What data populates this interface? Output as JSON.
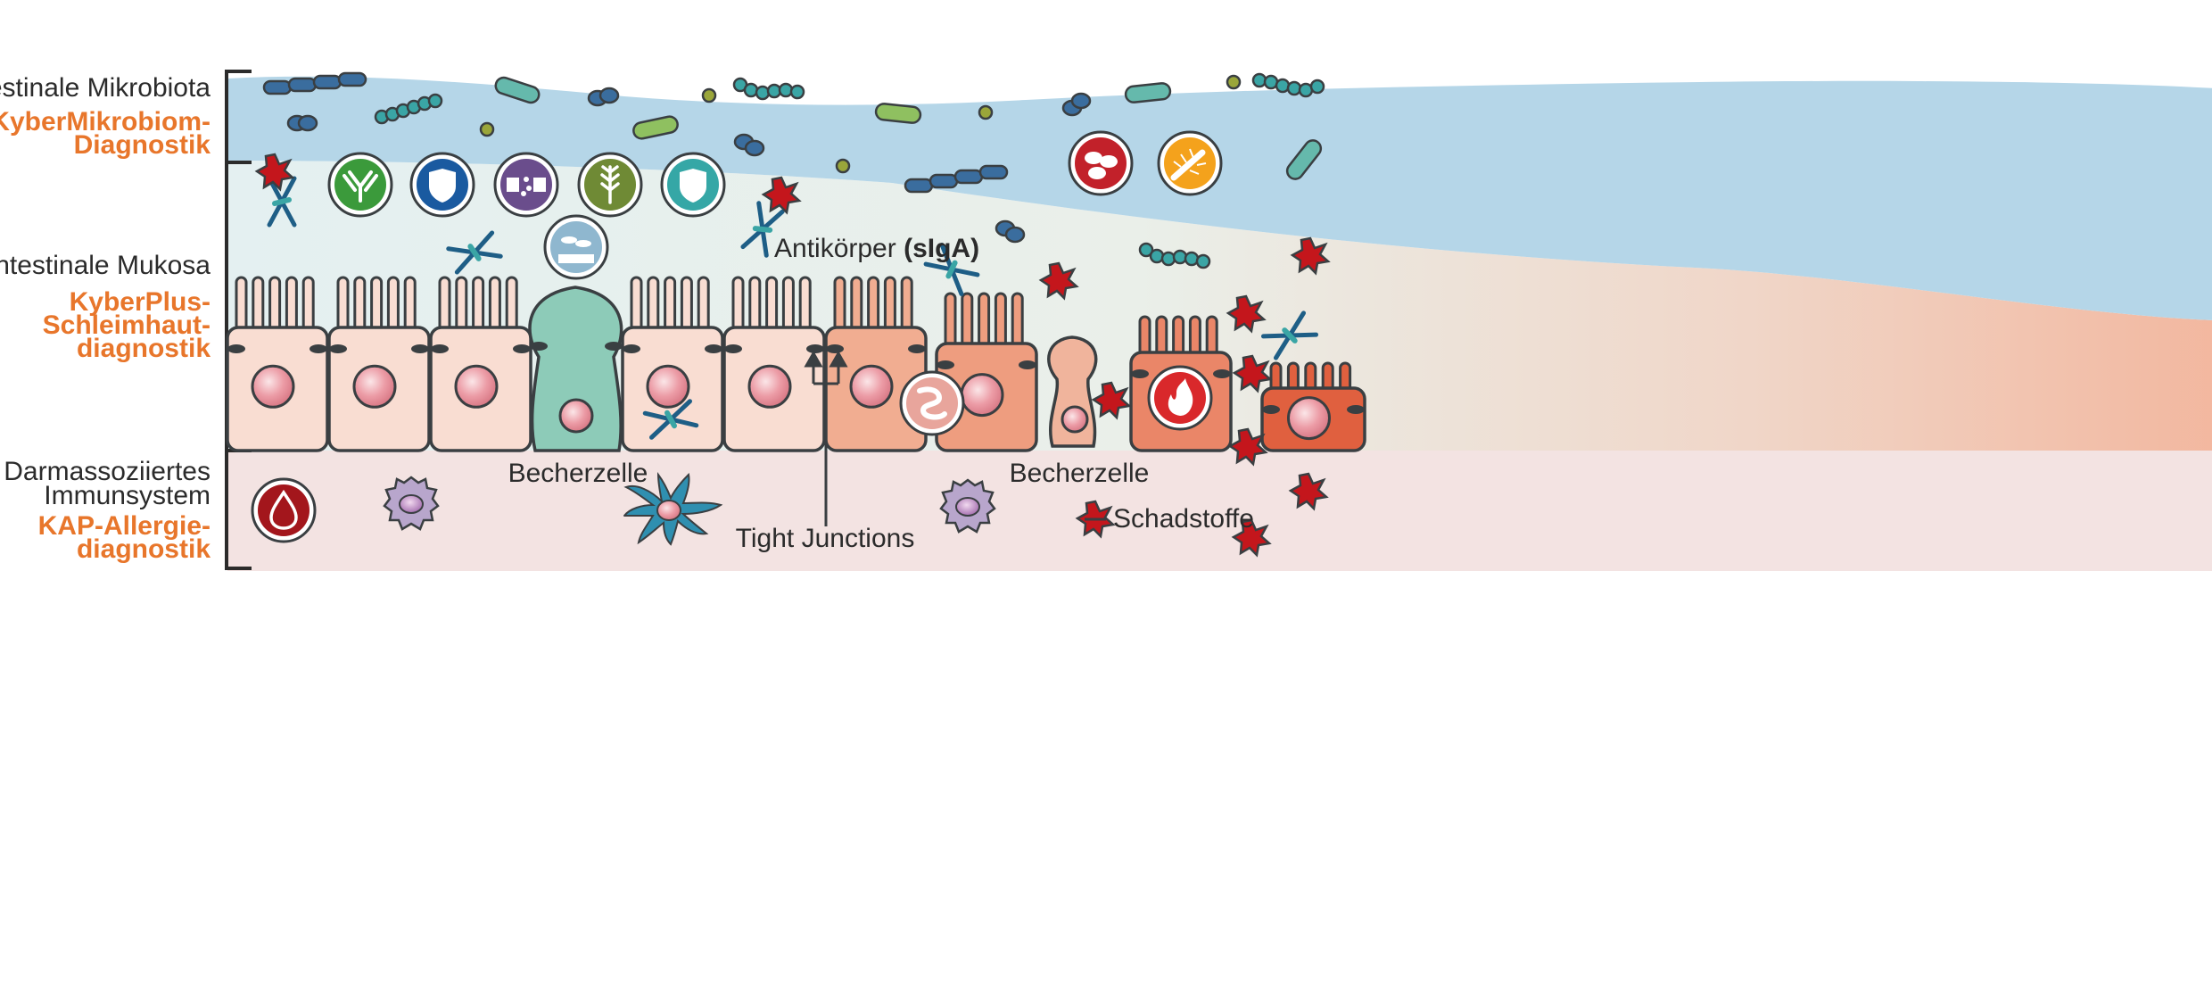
{
  "sections": {
    "microbiota": {
      "label": "Intestinale Mikrobiota",
      "diagnostic_line1": "KyberMikrobiom-",
      "diagnostic_line2": "Diagnostik"
    },
    "mucosa": {
      "label": "Intestinale Mukosa",
      "diagnostic_line1": "KyberPlus-",
      "diagnostic_line2": "Schleimhaut-",
      "diagnostic_line3": "diagnostik"
    },
    "immune": {
      "label_line1": "Darmassoziiertes",
      "label_line2": "Immunsystem",
      "diagnostic_line1": "KAP-Allergie-",
      "diagnostic_line2": "diagnostik"
    }
  },
  "labels": {
    "antibody_prefix": "Antikörper",
    "antibody_bold": "(sIgA)",
    "goblet_cell_left": "Becherzelle",
    "goblet_cell_right": "Becherzelle",
    "tight_junctions": "Tight Junctions",
    "toxins": "Schadstoffe"
  },
  "colors": {
    "brand_orange": "#e8762b",
    "text": "#2b2b2b",
    "microbiota_blue": "#b5d6e8",
    "mucus_light": "#e6f1f1",
    "cell_healthy": "#f9ddd2",
    "cell_inflamed": "#e0603f",
    "goblet_green": "#8dcbb8",
    "immune_bg": "#f3e3e2",
    "outline": "#3a3f42",
    "toxin_red": "#c4161c",
    "bacteria_blue": "#3a6d9e",
    "bacteria_teal": "#3aa5a5",
    "bacteria_green": "#8fc060",
    "badge_green": "#3b9a3b",
    "badge_blue": "#1a5aa0",
    "badge_purple": "#6a4d8c",
    "badge_olive": "#6f8a35",
    "badge_teal": "#35a7a6",
    "badge_red": "#c2212a",
    "badge_orange": "#f4a21c",
    "badge_darkred": "#a3161c"
  },
  "icons": [
    "antibody-icon",
    "shield-icon",
    "enzyme-icon",
    "wheat-icon",
    "shield-teal-icon",
    "bacteria-cells-icon",
    "pathogen-icon",
    "microbe-cell-icon",
    "intestine-icon",
    "inflammation-fire-icon",
    "blood-drop-icon",
    "toxin-star-icon"
  ]
}
